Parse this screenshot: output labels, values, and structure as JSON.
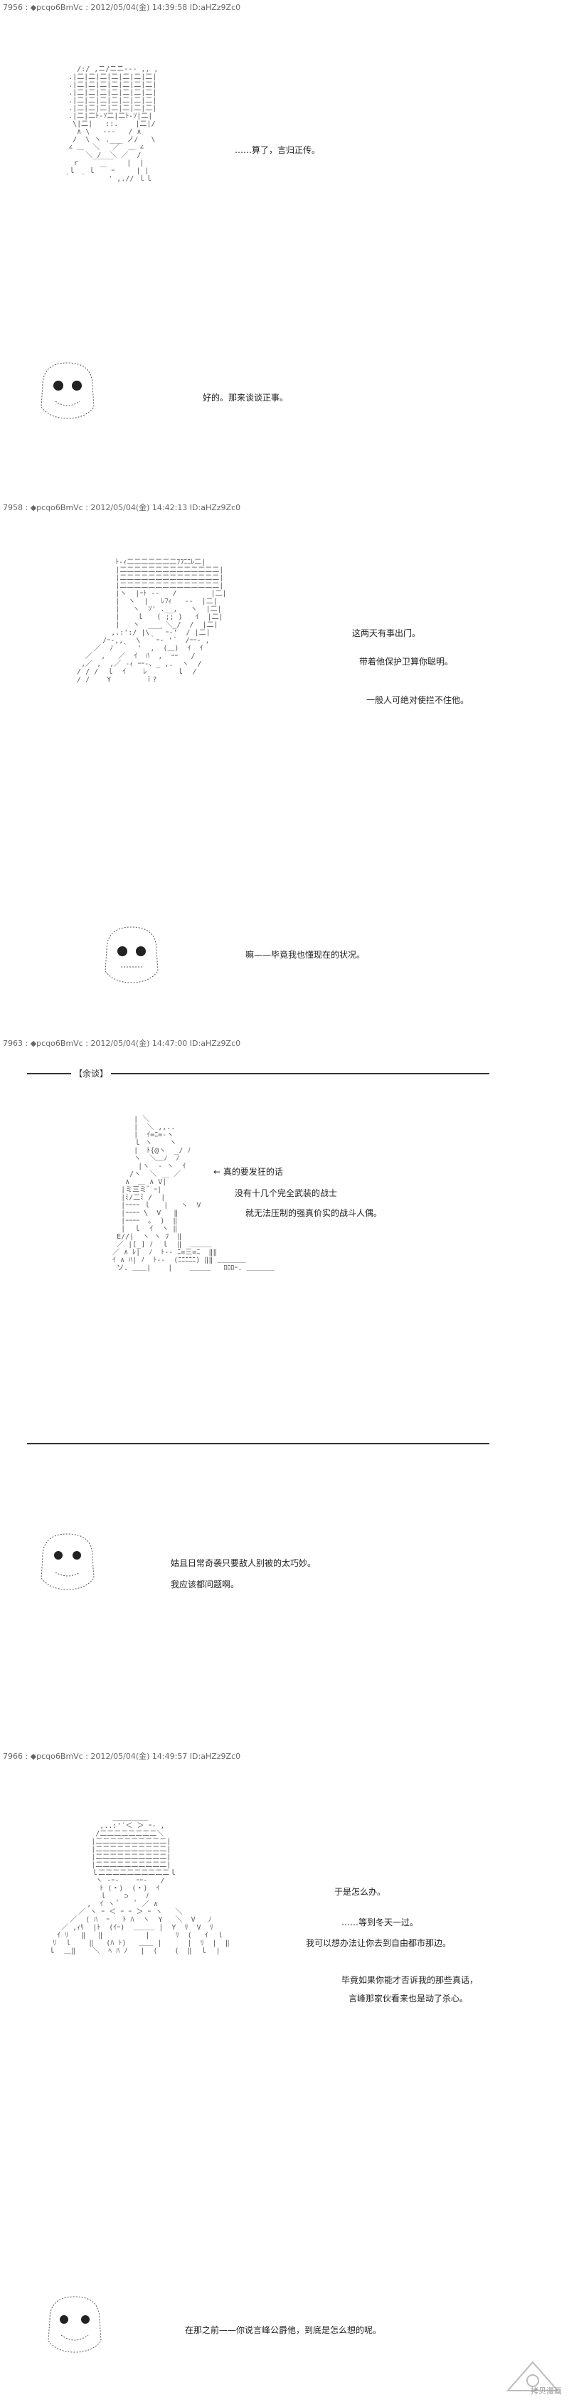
{
  "posts": [
    {
      "header": "7956 : ◆pcqo6BmVc : 2012/05/04(金) 14:39:58 ID:aHZz9Zc0",
      "lines": [
        "……算了，言归正传。",
        "好的。那来谈谈正事。"
      ]
    },
    {
      "header": "7958 : ◆pcqo6BmVc : 2012/05/04(金) 14:42:13 ID:aHZz9Zc0",
      "lines": [
        "这两天有事出门。",
        "带着他保护卫算你聪明。",
        "一般人可绝对使拦不住他。",
        "嘛——毕竟我也懂现在的状况。"
      ]
    },
    {
      "header": "7963 : ◆pcqo6BmVc : 2012/05/04(金) 14:47:00 ID:aHZz9Zc0",
      "aside": "【余谈】",
      "lines": [
        "← 真的要发狂的话",
        "没有十几个完全武装的战士",
        "就无法压制的强真价实的战斗人偶。",
        "姑且日常奇袭只要敌人别被的太巧妙。",
        "我应该都问题啊。"
      ]
    },
    {
      "header": "7966 : ◆pcqo6BmVc : 2012/05/04(金) 14:49:57 ID:aHZz9Zc0",
      "lines": [
        "于是怎么办。",
        "……等到冬天一过。",
        "我可以想办法让你去到自由都市那边。",
        "毕竟如果你能才否诉我的那些真话，",
        "言峰那家伙看来也是动了杀心。",
        "在那之前——你说言峰公爵他，到底是怎么想的呢。"
      ]
    }
  ],
  "watermark": "拷贝漫画",
  "colors": {
    "text": "#222222",
    "ascii": "#555555",
    "rule": "#333333",
    "header": "#666666"
  }
}
